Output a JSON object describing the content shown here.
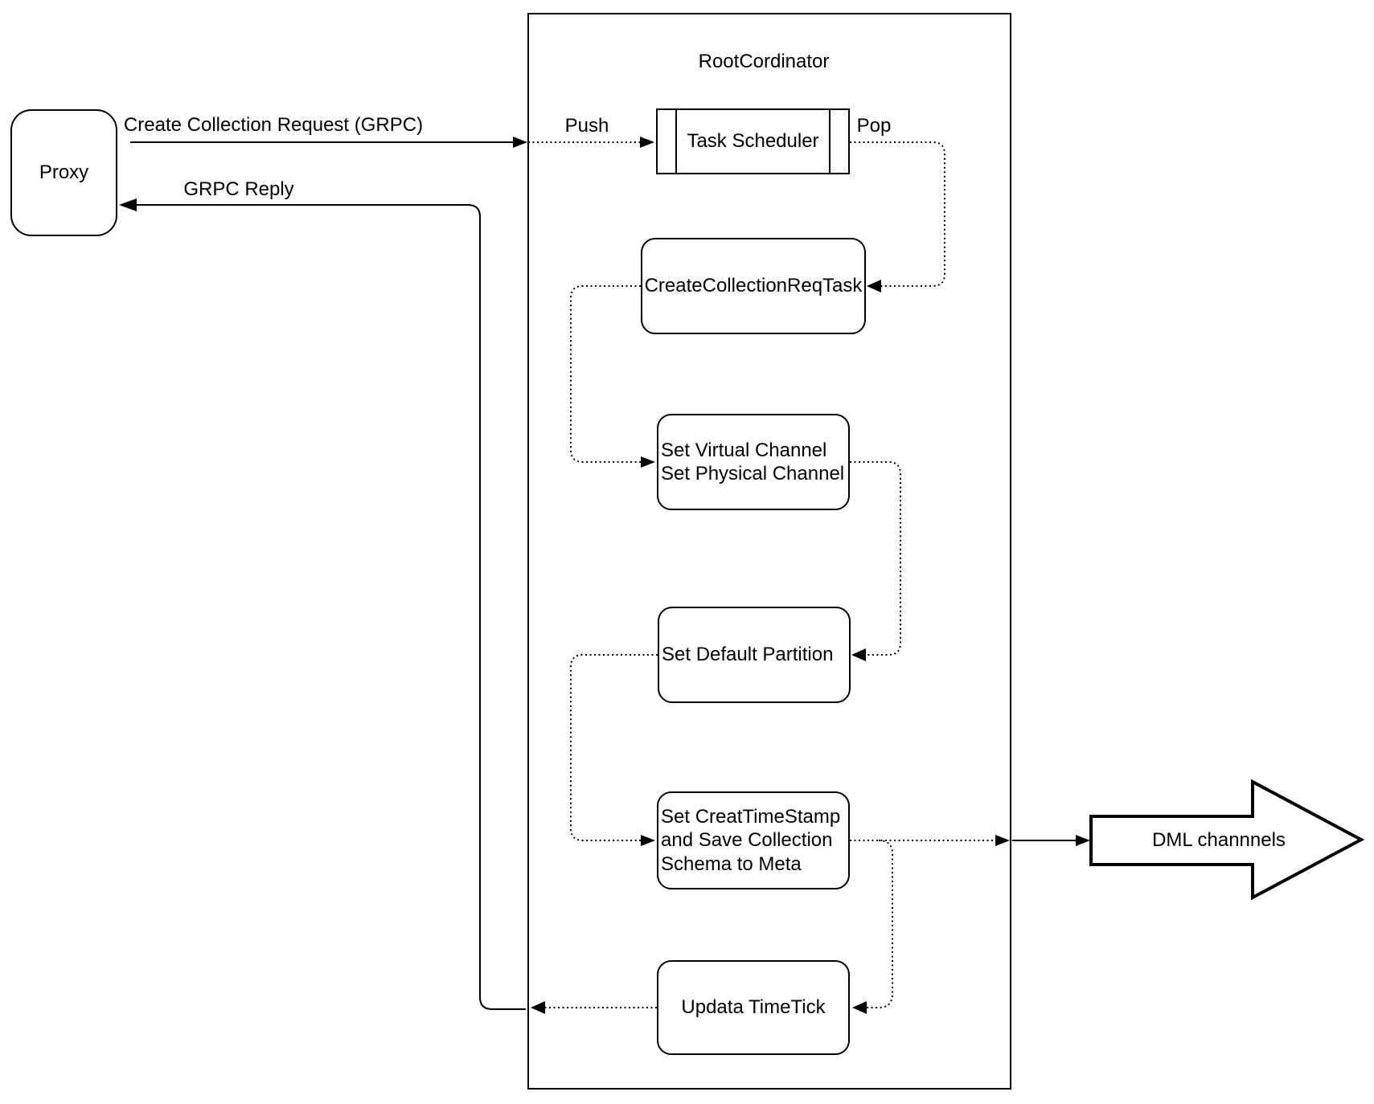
{
  "diagram": {
    "container_title": "RootCordinator",
    "nodes": {
      "proxy": "Proxy",
      "task_scheduler": "Task Scheduler",
      "create_collection_req_task": "CreateCollectionReqTask",
      "set_channels": "Set Virtual Channel\nSet Physical Channel",
      "set_default_partition": "Set Default Partition",
      "set_timestamp": "Set CreatTimeStamp\nand Save Collection\nSchema to Meta",
      "updata_timetick": "Updata TimeTick"
    },
    "edge_labels": {
      "request": "Create Collection Request (GRPC)",
      "reply": "GRPC Reply",
      "push": "Push",
      "pop": "Pop"
    },
    "dml_arrow_label": "DML channnels",
    "colors": {
      "stroke": "#000000",
      "background": "#ffffff"
    }
  }
}
